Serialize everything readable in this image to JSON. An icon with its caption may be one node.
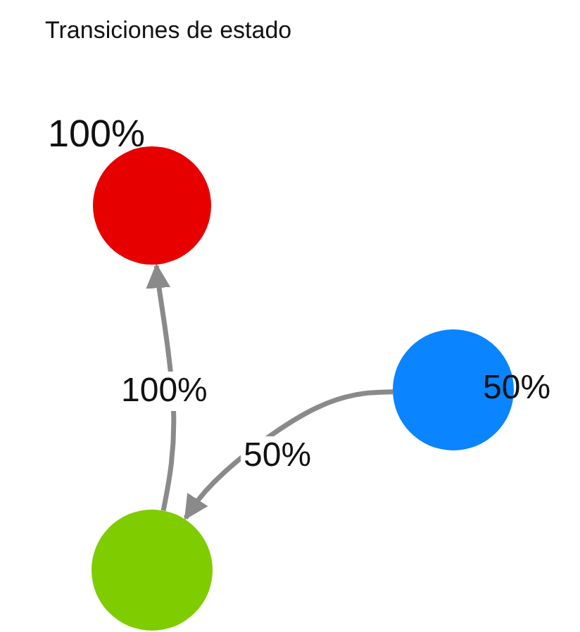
{
  "diagram": {
    "title": "Transiciones de  estado",
    "nodes": [
      {
        "text": [],
        "shape": "circle",
        "beside": [
          "100%"
        ]
      },
      {
        "text": [],
        "shape": "circle",
        "beside": [
          "50%"
        ]
      },
      {
        "text": [],
        "shape": "circle"
      }
    ],
    "edges": [
      {
        "from": 2,
        "to": 0,
        "arrow": "to",
        "label": "100%"
      },
      {
        "from": 1,
        "to": 2,
        "arrow": "to",
        "label": "50%"
      }
    ]
  }
}
